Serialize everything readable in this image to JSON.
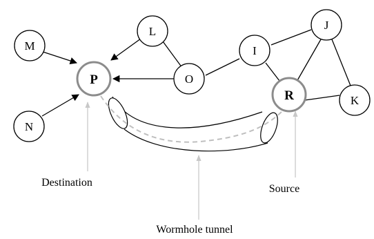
{
  "nodes": {
    "M": "M",
    "N": "N",
    "L": "L",
    "P": "P",
    "O": "O",
    "I": "I",
    "J": "J",
    "R": "R",
    "K": "K"
  },
  "captions": {
    "destination": "Destination",
    "source": "Source",
    "wormhole": "Wormhole tunnel"
  },
  "colors": {
    "node_stroke": "#000000",
    "highlight_stroke": "#8c8c8c",
    "pointer_gray": "#c8c8c8",
    "wormhole_dash": "#bfbfbf"
  }
}
